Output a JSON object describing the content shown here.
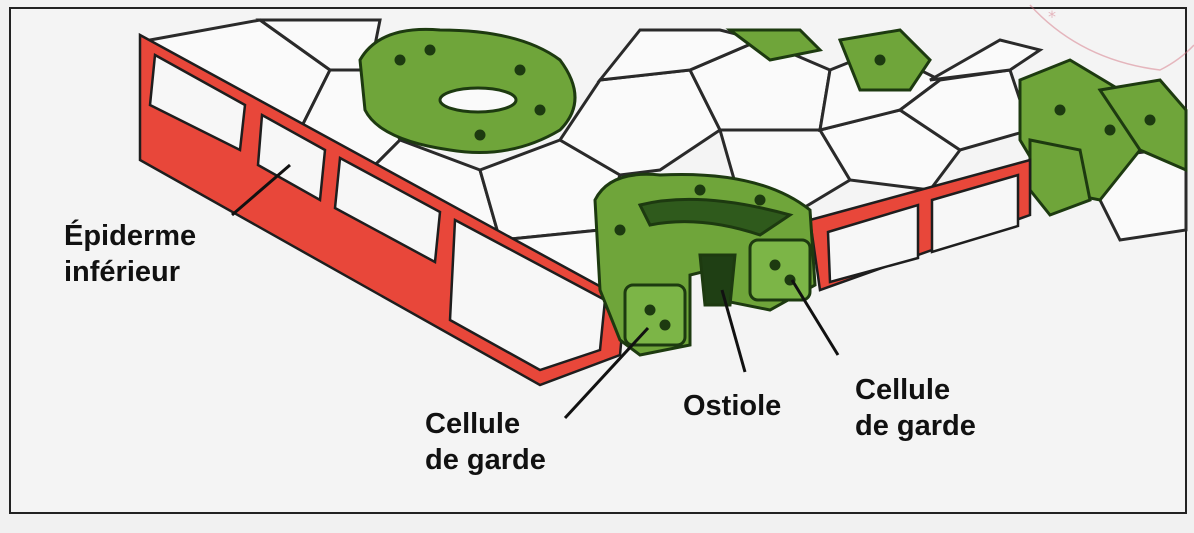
{
  "labels": {
    "epiderme": [
      "Épiderme",
      "inférieur"
    ],
    "ostiole": "Ostiole",
    "garde_left": [
      "Cellule",
      "de garde"
    ],
    "garde_right": [
      "Cellule",
      "de garde"
    ]
  },
  "colors": {
    "background": "#f1f1f1",
    "frame": "#222222",
    "epidermis_wall": "#e8473a",
    "guard_cell": "#6fa53a",
    "guard_cell_dark": "#2f5a1c",
    "cell_wall": "#2a2a2a"
  }
}
